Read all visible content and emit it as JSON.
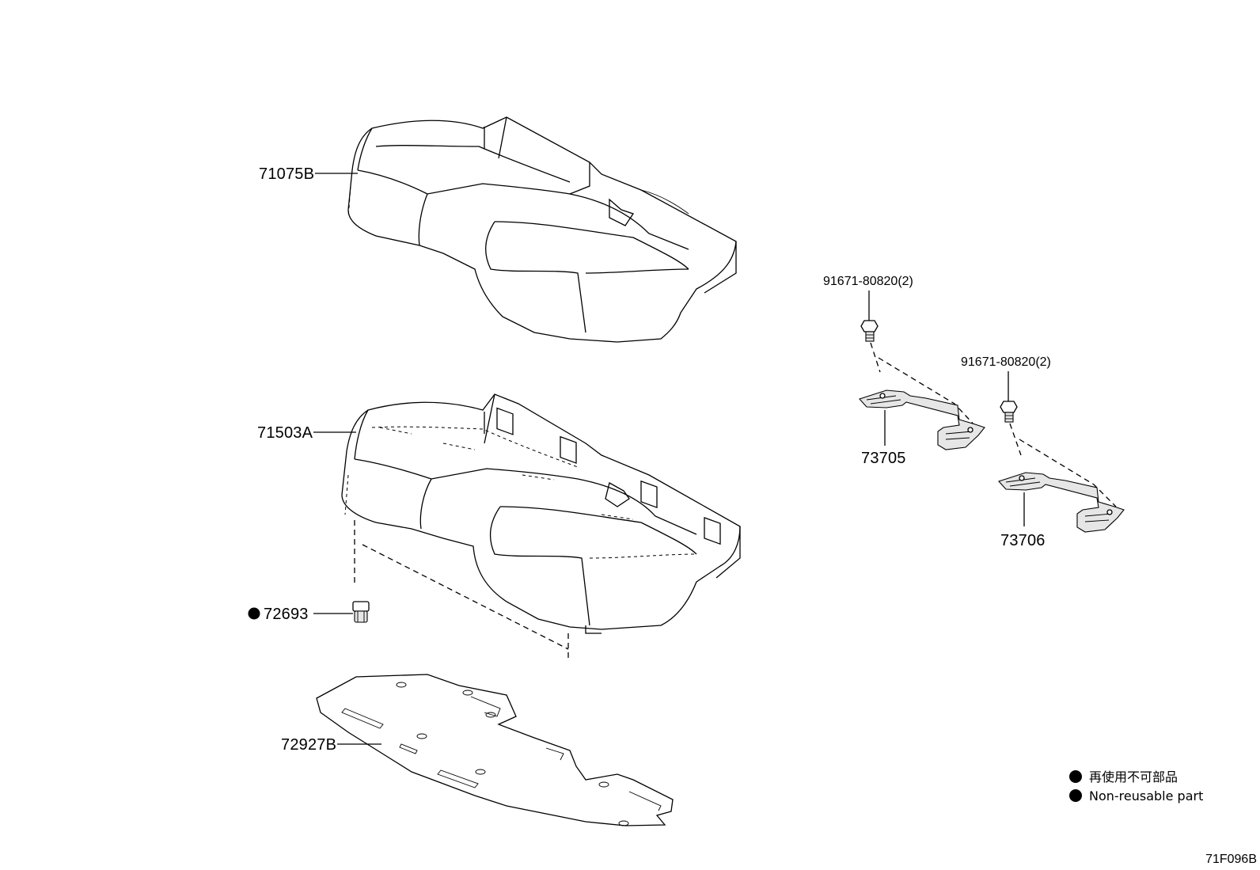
{
  "parts": [
    {
      "id": "cover",
      "number": "71075B"
    },
    {
      "id": "pad",
      "number": "71503A"
    },
    {
      "id": "clip",
      "number": "72693",
      "non_reusable": true
    },
    {
      "id": "sheet",
      "number": "72927B"
    },
    {
      "id": "bolt-1",
      "number": "91671-80820(2)"
    },
    {
      "id": "hook-1",
      "number": "73705"
    },
    {
      "id": "bolt-2",
      "number": "91671-80820(2)"
    },
    {
      "id": "hook-2",
      "number": "73706"
    }
  ],
  "legend": {
    "jp": "再使用不可部品",
    "en": "Non-reusable part"
  },
  "diagram_code": "71F096B"
}
